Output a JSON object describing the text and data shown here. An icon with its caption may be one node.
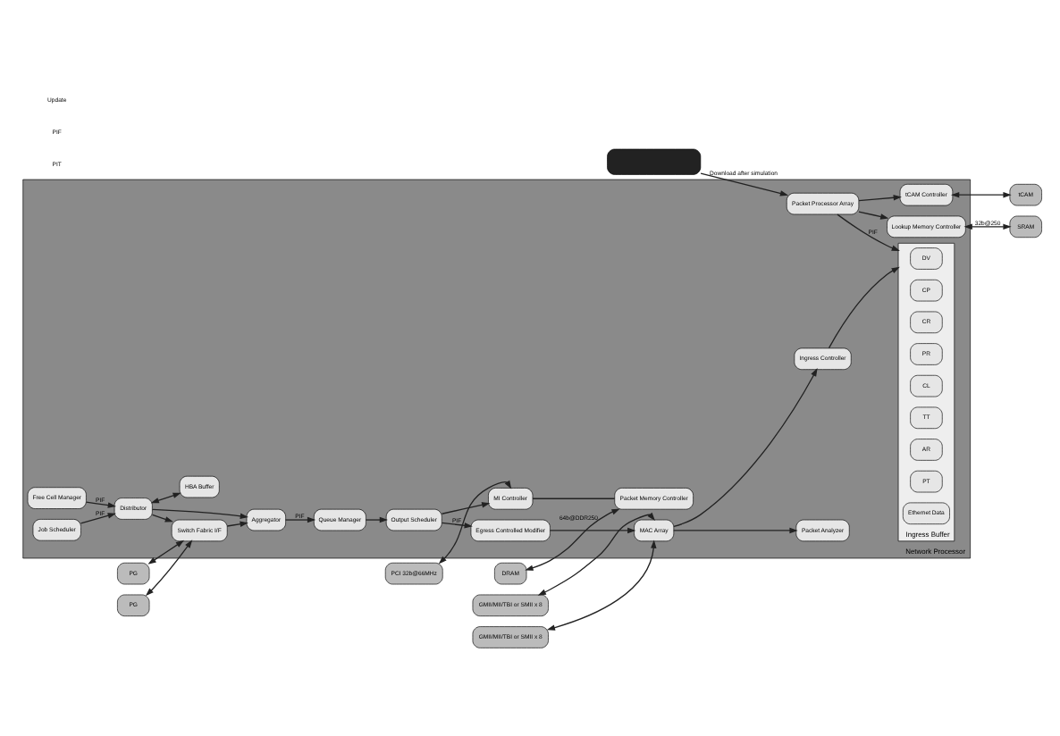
{
  "diagram": {
    "nodes": [
      {
        "text": [
          "Network Processor"
        ]
      },
      {
        "text": [
          "MAC Array"
        ],
        "in": 0
      },
      {
        "text": [
          "Egress Controlled Modifier"
        ],
        "in": 0
      },
      {
        "text": [
          "MI Controller"
        ],
        "in": 0
      },
      {
        "text": [
          "Output Scheduler"
        ],
        "in": 0
      },
      {
        "text": [
          "Packet Memory Controller"
        ],
        "in": 0
      },
      {
        "text": [
          "Queue Manager"
        ],
        "in": 0
      },
      {
        "text": [
          "Free Cell Manager"
        ],
        "in": 0
      },
      {
        "text": [
          "Aggregator"
        ],
        "in": 0
      },
      {
        "text": [
          "Switch Fabric I/F"
        ],
        "in": 0
      },
      {
        "text": [
          "Ingress Controller"
        ],
        "in": 0
      },
      {
        "text": [
          "Ingress Buffer"
        ],
        "in": 0
      },
      {
        "text": [
          "DV"
        ],
        "in": 11
      },
      {
        "text": [
          "CP"
        ],
        "in": 11
      },
      {
        "text": [
          "CR"
        ],
        "in": 11
      },
      {
        "text": [
          "PR"
        ],
        "in": 11
      },
      {
        "text": [
          "CL"
        ],
        "in": 11
      },
      {
        "text": [
          "TT"
        ],
        "in": 11
      },
      {
        "text": [
          "AR"
        ],
        "in": 11
      },
      {
        "text": [
          "PT"
        ],
        "in": 11
      },
      {
        "text": [
          "Ethernet Data"
        ],
        "in": 11
      },
      {
        "text": [
          "Job Scheduler"
        ],
        "in": 0
      },
      {
        "text": [
          "Distributor"
        ],
        "in": 0
      },
      {
        "text": [
          "Packet Analyzer"
        ],
        "in": 0
      },
      {
        "text": [
          "Packet Processor Array"
        ],
        "in": 0
      },
      {
        "text": [
          "HBA Buffer"
        ],
        "in": 0
      },
      {
        "text": [
          "tCAM Controller"
        ],
        "in": 0
      },
      {
        "text": [
          "Lookup Memory Controller"
        ],
        "in": 0
      },
      {
        "text": [
          "DRAM"
        ]
      },
      {
        "text": [
          "tCAM"
        ]
      },
      {
        "text": [
          "SRAM"
        ]
      },
      {
        "text": [
          "GMII/MII/TBI or SMII x 8"
        ]
      },
      {
        "text": [
          "GMII/MII/TBI or SMII x 8"
        ]
      },
      {
        "text": [
          "PCI 32b@66MHz"
        ]
      },
      {
        "text": [
          "PG"
        ]
      },
      {
        "text": [
          "PG"
        ]
      },
      {
        "text": [],
        "shape": "box"
      }
    ],
    "edges": [
      {
        "from": 2,
        "to": 1,
        "arrow": "to"
      },
      {
        "from": 4,
        "to": 2,
        "arrow": "to",
        "label": "PIF"
      },
      {
        "from": 4,
        "to": 3,
        "arrow": "to"
      },
      {
        "from": 3,
        "to": 5,
        "arrow": "none"
      },
      {
        "from": 6,
        "to": 4,
        "arrow": "to"
      },
      {
        "from": 8,
        "to": 6,
        "arrow": "to",
        "label": "PIF"
      },
      {
        "from": 9,
        "to": 8,
        "arrow": "to"
      },
      {
        "from": 22,
        "to": 8,
        "arrow": "to"
      },
      {
        "from": 22,
        "to": 9,
        "arrow": "to"
      },
      {
        "from": 7,
        "to": 22,
        "arrow": "to",
        "label": "PIF"
      },
      {
        "from": 21,
        "to": 22,
        "arrow": "to",
        "label": "PIF"
      },
      {
        "from": 1,
        "to": 10,
        "arrow": "to"
      },
      {
        "from": 10,
        "to": 11,
        "arrow": "to"
      },
      {
        "from": 1,
        "to": 23,
        "arrow": "to"
      },
      {
        "from": 24,
        "to": 11,
        "arrow": "to",
        "label": "PIF"
      },
      {
        "from": 24,
        "to": 26,
        "arrow": "to"
      },
      {
        "from": 24,
        "to": 27,
        "arrow": "to"
      },
      {
        "from": 22,
        "to": 25,
        "arrow": "both"
      },
      {
        "from": 28,
        "to": 5,
        "arrow": "both",
        "label": "64b@DDR250"
      },
      {
        "from": 26,
        "to": 29,
        "arrow": "both"
      },
      {
        "from": 27,
        "to": 30,
        "arrow": "both",
        "label": "32b@250"
      },
      {
        "from": 31,
        "to": 1,
        "arrow": "both"
      },
      {
        "from": 32,
        "to": 1,
        "arrow": "both"
      },
      {
        "from": 33,
        "to": 3,
        "arrow": "both"
      },
      {
        "from": 34,
        "to": 9,
        "arrow": "both"
      },
      {
        "from": 35,
        "to": 9,
        "arrow": "both"
      },
      {
        "from": 36,
        "to": 24,
        "arrow": "to",
        "label": "Download after simulation"
      }
    ],
    "labels": [
      "PIT",
      "PIF",
      "Update"
    ]
  }
}
